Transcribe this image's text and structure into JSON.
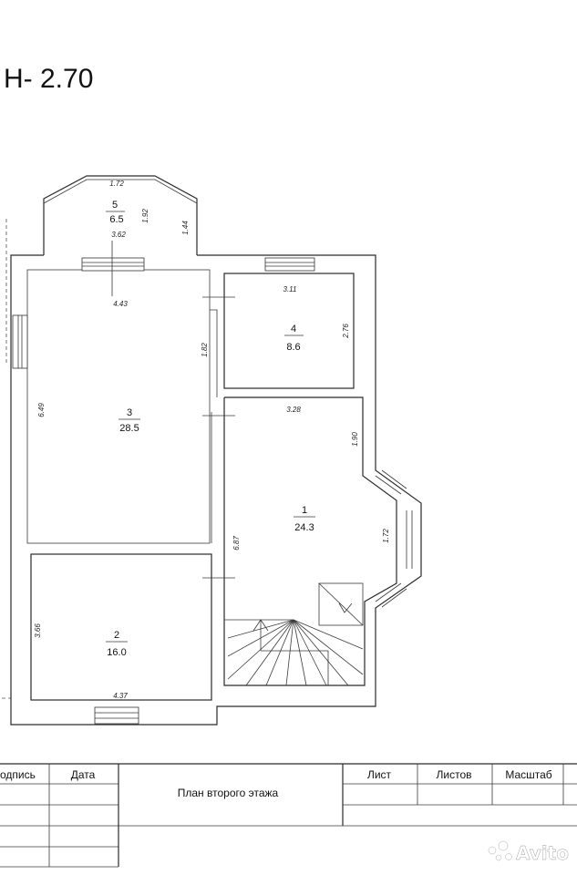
{
  "header": {
    "level_mark": "Н- 2.70"
  },
  "rooms": [
    {
      "number": "1",
      "area": "24.3"
    },
    {
      "number": "2",
      "area": "16.0"
    },
    {
      "number": "3",
      "area": "28.5"
    },
    {
      "number": "4",
      "area": "8.6"
    },
    {
      "number": "5",
      "area": "6.5"
    }
  ],
  "dimensions": {
    "bay_top_width": "1.72",
    "bay_depth_inner": "1.92",
    "bay_depth_outer": "1.44",
    "bay_width": "3.62",
    "room3_width": "4.43",
    "room3_depth": "6.49",
    "corridor_width": "1.82",
    "room4_width": "3.11",
    "room4_depth": "2.76",
    "room1_width": "3.28",
    "room1_diag": "1.90",
    "room1_bay": "1.72",
    "room1_depth": "6.87",
    "room2_depth": "3.66",
    "room2_width": "4.37"
  },
  "title_block": {
    "col_signature": "одпись",
    "col_date": "Дата",
    "drawing_title": "План второго этажа",
    "col_sheet": "Лист",
    "col_sheets": "Листов",
    "col_scale": "Масштаб"
  },
  "watermark": {
    "text": "Avito"
  }
}
